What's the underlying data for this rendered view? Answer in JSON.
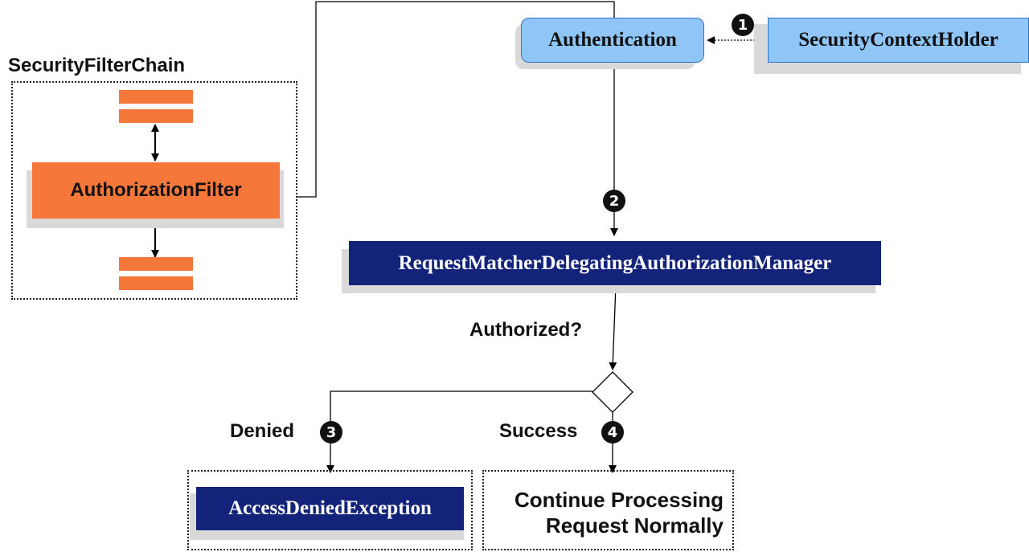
{
  "filter_chain": {
    "title": "SecurityFilterChain",
    "filter_label": "AuthorizationFilter"
  },
  "authentication_label": "Authentication",
  "context_holder_label": "SecurityContextHolder",
  "manager_label": "RequestMatcherDelegatingAuthorizationManager",
  "decision_label": "Authorized?",
  "denied": {
    "label": "Denied",
    "exception_label": "AccessDeniedException"
  },
  "success": {
    "label": "Success",
    "result_line1": "Continue Processing",
    "result_line2": "Request Normally"
  },
  "steps": [
    "1",
    "2",
    "3",
    "4"
  ],
  "colors": {
    "navy": "#14237a",
    "light_blue": "#8fc6f7",
    "orange": "#f5783a"
  }
}
